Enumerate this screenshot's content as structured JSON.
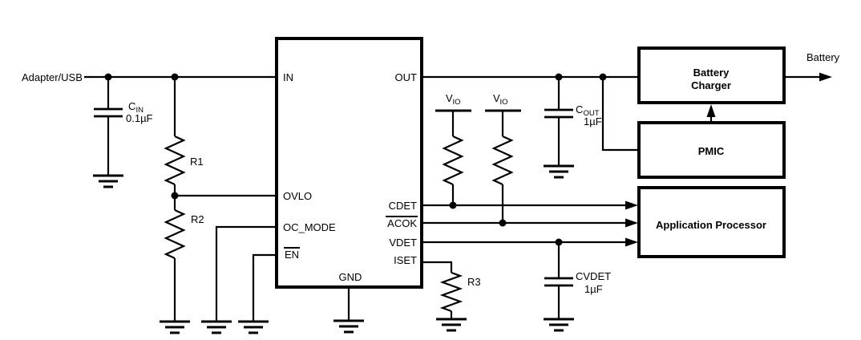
{
  "labels": {
    "input": "Adapter/USB",
    "battery": "Battery"
  },
  "ic_pins": {
    "in": "IN",
    "out": "OUT",
    "ovlo": "OVLO",
    "oc_mode": "OC_MODE",
    "en": "EN",
    "gnd": "GND",
    "cdet": "CDET",
    "acok": "ACOK",
    "vdet": "VDET",
    "iset": "ISET"
  },
  "blocks": {
    "battery_charger": {
      "line1": "Battery",
      "line2": "Charger"
    },
    "pmic": "PMIC",
    "application_processor": "Application Processor"
  },
  "components": {
    "cin": {
      "name": "C",
      "sub": "IN",
      "value": "0.1µF"
    },
    "cout": {
      "name": "C",
      "sub": "OUT",
      "value": "1µF"
    },
    "cvdet": {
      "name": "CVDET",
      "value": "1µF"
    },
    "r1": {
      "name": "R1"
    },
    "r2": {
      "name": "R2"
    },
    "r3": {
      "name": "R3"
    },
    "vio": {
      "name": "V",
      "sub": "IO"
    }
  },
  "colors": {
    "line": "#000000",
    "background": "#ffffff"
  }
}
